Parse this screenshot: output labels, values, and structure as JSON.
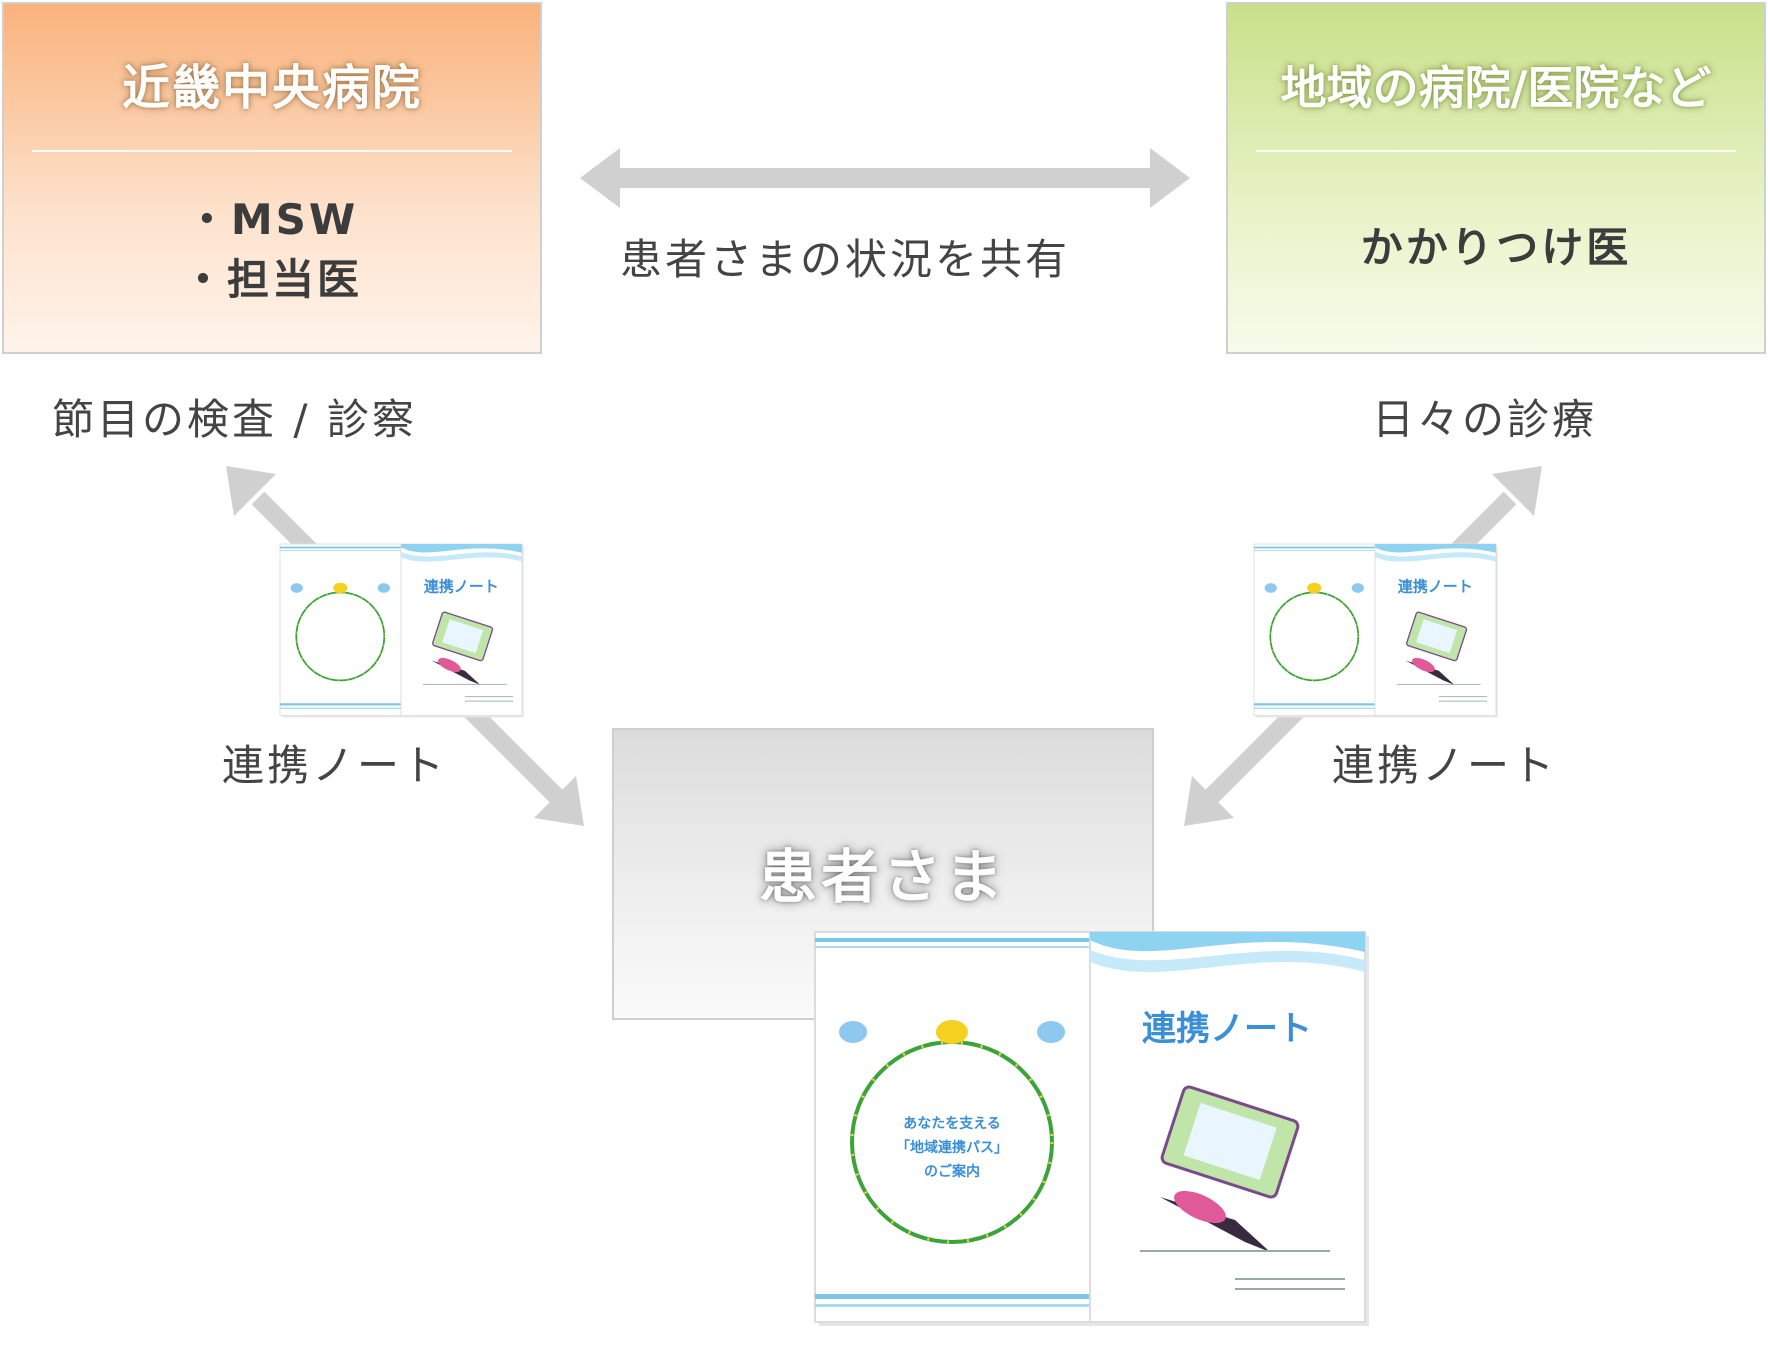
{
  "hospital": {
    "title": "近畿中央病院",
    "items": [
      "・MSW",
      "・担当医"
    ]
  },
  "local": {
    "title": "地域の病院/医院など",
    "role": "かかりつけ医"
  },
  "shared_label": "患者さまの状況を共有",
  "left_caption": "節目の検査 / 診察",
  "right_caption": "日々の診療",
  "note_label_left": "連携ノート",
  "note_label_right": "連携ノート",
  "patient": "患者さま",
  "notebook": {
    "title": "連携ノート",
    "cover_lines": [
      "あなたを支える",
      "「地域連携パス」",
      "のご案内"
    ]
  },
  "colors": {
    "hospital_accent": "#f9b27c",
    "local_accent": "#c9e08a",
    "arrow": "#cfcfcf",
    "notebook_blue": "#3a8fd6"
  }
}
